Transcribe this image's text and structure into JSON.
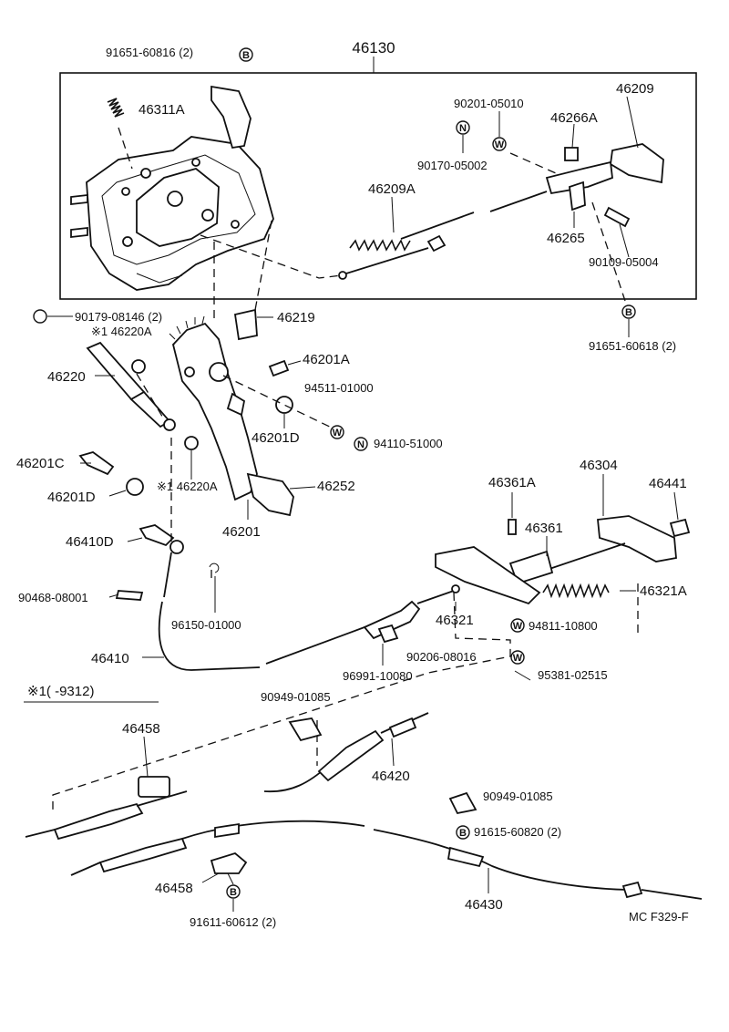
{
  "diagram": {
    "figure_code": "MC F329-F",
    "variant_note": "※1(      -9312)",
    "symbols": {
      "B": "B",
      "N": "N",
      "W": "W"
    },
    "parts": {
      "p46130": "46130",
      "p91651_60816": "91651-60816 (2)",
      "p46311A": "46311A",
      "p90201_05010": "90201-05010",
      "p46266A": "46266A",
      "p46209": "46209",
      "p90170_05002": "90170-05002",
      "p46209A": "46209A",
      "p46265": "46265",
      "p90109_05004": "90109-05004",
      "p90179_08146": "90179-08146 (2)",
      "p46219": "46219",
      "p91651_60618": "91651-60618 (2)",
      "p46220A_top": "※1 46220A",
      "p46220": "46220",
      "p46201A": "46201A",
      "p94511_01000": "94511-01000",
      "p46201D_right": "46201D",
      "p94110_51000": "94110-51000",
      "p46201C": "46201C",
      "p46201D_left": "46201D",
      "p46220A_bottom": "※1 46220A",
      "p46252": "46252",
      "p46201": "46201",
      "p46361A": "46361A",
      "p46304": "46304",
      "p46441": "46441",
      "p46361": "46361",
      "p46410D": "46410D",
      "p90468_08001": "90468-08001",
      "p96150_01000": "96150-01000",
      "p46321A": "46321A",
      "p46321": "46321",
      "p94811_10800": "94811-10800",
      "p46410": "46410",
      "p90206_08016": "90206-08016",
      "p96991_10080": "96991-10080",
      "p95381_02515": "95381-02515",
      "p90949_01085_top": "90949-01085",
      "p46458_top": "46458",
      "p46420": "46420",
      "p90949_01085_right": "90949-01085",
      "p91615_60820": "91615-60820 (2)",
      "p46458_bottom": "46458",
      "p46430": "46430",
      "p91611_60612": "91611-60612 (2)"
    }
  }
}
